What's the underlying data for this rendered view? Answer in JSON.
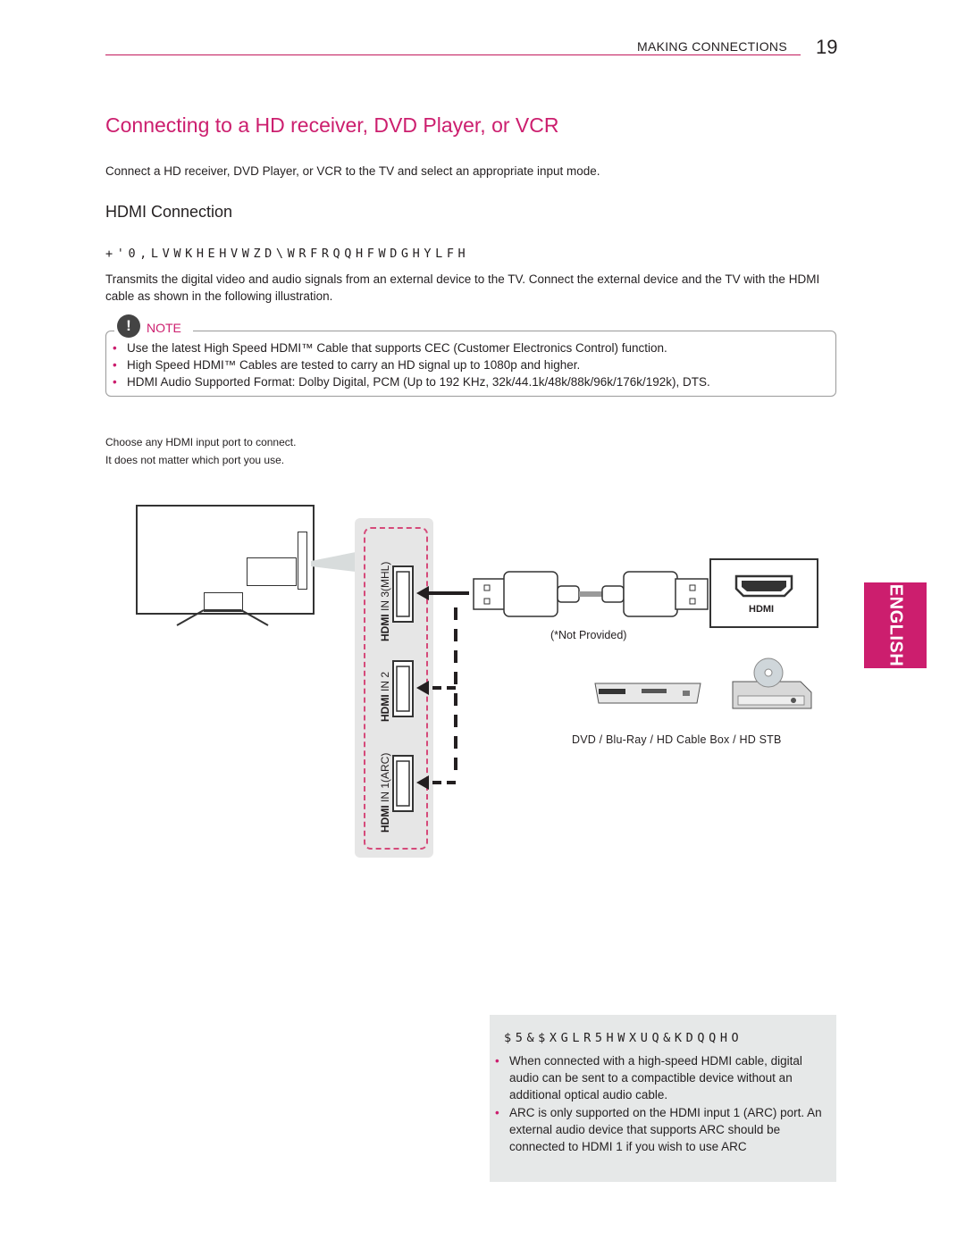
{
  "header": {
    "section": "MAKING CONNECTIONS",
    "page_number": "19"
  },
  "title": "Connecting to a HD receiver, DVD Player, or VCR",
  "intro": "Connect a HD receiver, DVD Player, or VCR to the TV and select an appropriate input mode.",
  "hdmi_section": {
    "heading": "HDMI Connection",
    "subheading": "+'0,LVWKHEHVWZD\\WRFRQQHFWDGHYLFH",
    "body": "Transmits the digital video and audio signals from an external device to the TV. Connect the external device and the TV with the HDMI cable as shown in the following illustration."
  },
  "note": {
    "icon": "!",
    "label": "NOTE",
    "items": [
      "Use the latest High Speed HDMI™ Cable that supports CEC (Customer Electronics Control) function.",
      "High Speed HDMI™ Cables are tested to carry an HD signal up to 1080p and higher.",
      "HDMI Audio Supported Format: Dolby Digital, PCM (Up to 192 KHz, 32k/44.1k/48k/88k/96k/176k/192k), DTS."
    ]
  },
  "diagram": {
    "caption_line1": "Choose any HDMI input port to connect.",
    "caption_line2": "It does not matter which port you use.",
    "ports": [
      {
        "brand": "HDMI",
        "label": " IN 3",
        "suffix": "(MHL)"
      },
      {
        "brand": "HDMI",
        "label": " IN 2",
        "suffix": ""
      },
      {
        "brand": "HDMI",
        "label": " IN 1",
        "suffix": "(ARC)"
      }
    ],
    "device_port_label": "HDMI",
    "cable_note": "(*Not Provided)",
    "devices_caption": "DVD / Blu-Ray / HD Cable Box / HD STB",
    "colors": {
      "accent": "#cc1e6e",
      "panel": "#e6e6e6",
      "dash": "#d54a7a"
    }
  },
  "side_tab": {
    "label": "ENGLISH"
  },
  "arc": {
    "title": "$5&$XGLR5HWXUQ&KDQQHO",
    "items": [
      "When connected with a high-speed HDMI cable, digital audio can be sent to a compactible device without an additional optical audio cable.",
      "ARC is only supported on the HDMI input 1 (ARC) port. An external audio device that supports ARC should be connected to HDMI 1 if you wish to use ARC"
    ]
  }
}
